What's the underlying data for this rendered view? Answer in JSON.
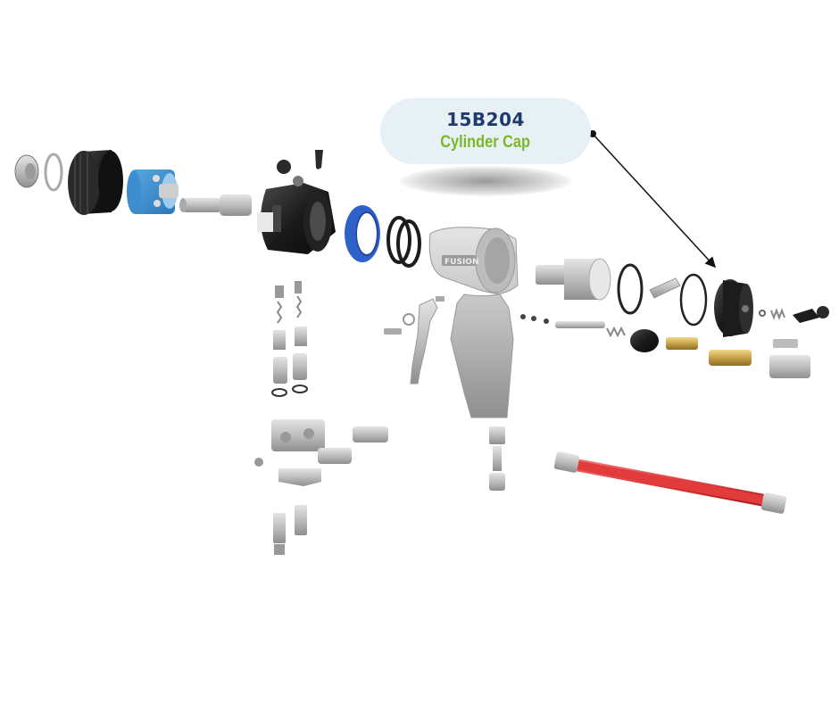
{
  "callout": {
    "part_number": "15B204",
    "part_name": "Cylinder Cap"
  },
  "body_logo": "FUSION",
  "colors": {
    "callout_bg": "#e7f1f5",
    "part_number": "#1e3a6e",
    "part_name": "#7ab829",
    "hose": "#e23b3b",
    "blue_parts": "#2f62c9",
    "gun_body": "#c9c9c9",
    "black_parts": "#1c1c1c",
    "brass": "#c8a24a"
  }
}
